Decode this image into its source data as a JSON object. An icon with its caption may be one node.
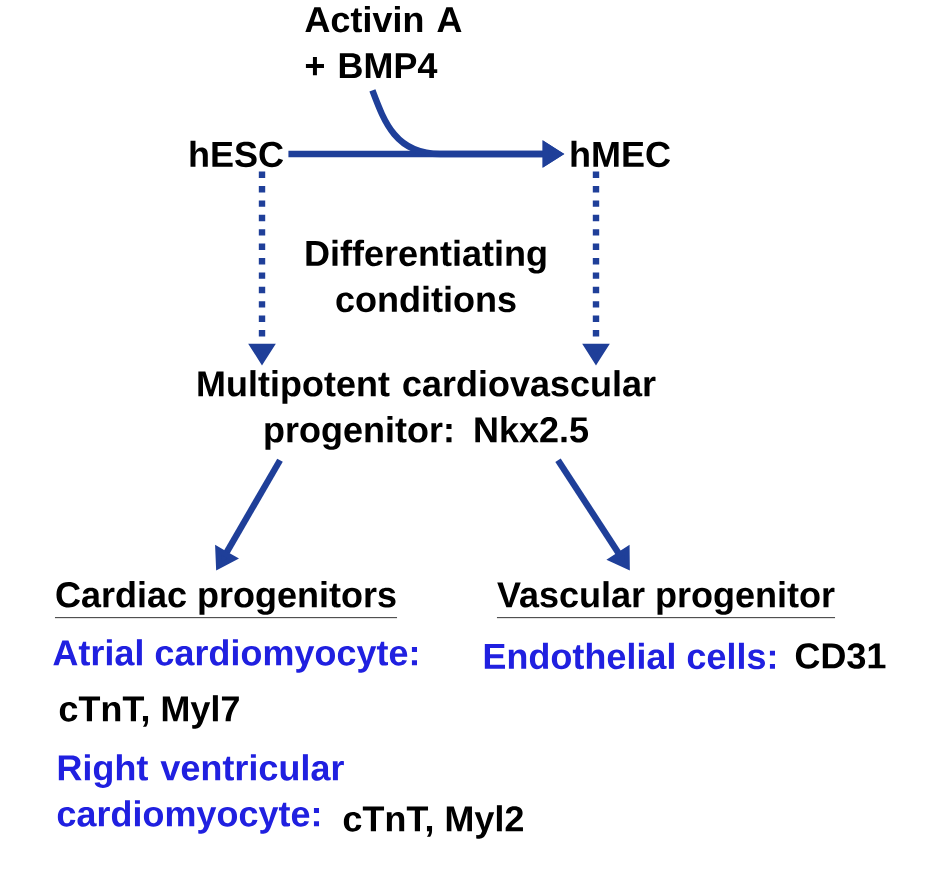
{
  "diagram": {
    "nodes": [
      {
        "text": [
          "Activin A + BMP4"
        ]
      },
      {
        "text": [
          "hESC"
        ]
      },
      {
        "text": [
          "hMEC"
        ]
      },
      {
        "text": [
          "Multipotent cardiovascular progenitor: Nkx2.5"
        ]
      },
      {
        "text": [
          "Cardiac progenitors"
        ],
        "beside": [
          "Atrial cardiomyocyte:",
          "cTnT, Myl7",
          "Right ventricular cardiomyocyte:",
          "cTnT, Myl2"
        ]
      },
      {
        "text": [
          "Vascular progenitor"
        ],
        "beside": [
          "Endothelial cells:",
          "CD31"
        ]
      }
    ],
    "edges": [
      {
        "from": 1,
        "to": 2,
        "arrow": "to"
      },
      {
        "from": 0,
        "to": 2,
        "arrow": "to"
      },
      {
        "from": 1,
        "to": 3,
        "arrow": "to",
        "style": "dashed"
      },
      {
        "from": 2,
        "to": 3,
        "arrow": "to",
        "style": "dashed"
      },
      {
        "from": 3,
        "to": 4,
        "arrow": "to"
      },
      {
        "from": 3,
        "to": 5,
        "arrow": "to"
      }
    ],
    "labels": [
      "Differentiating conditions"
    ]
  }
}
